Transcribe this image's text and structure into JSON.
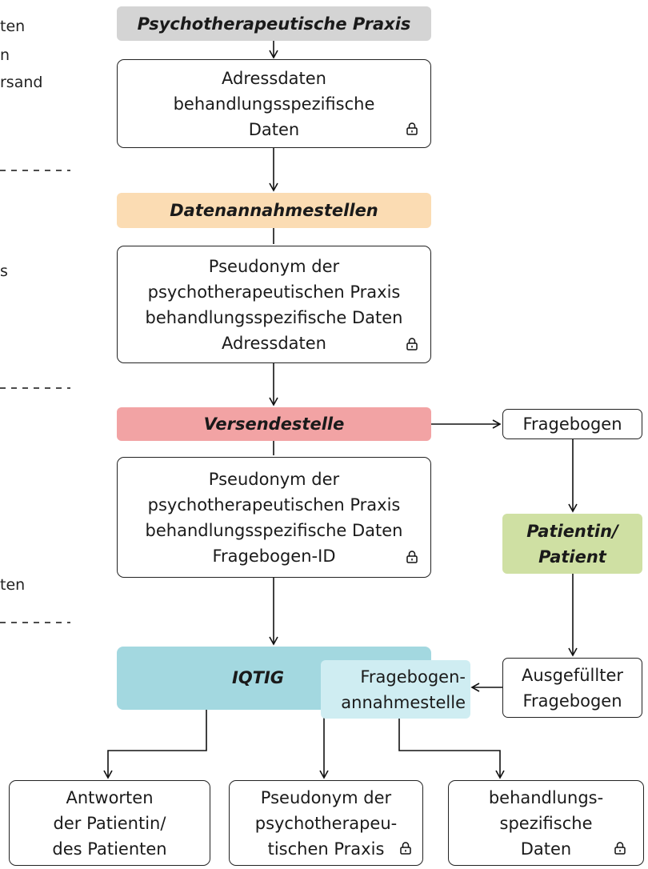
{
  "colors": {
    "praxis": "#d4d4d4",
    "datenannahme": "#fbdcb3",
    "versende": "#f2a3a4",
    "patient": "#cfe0a3",
    "iqtig": "#a3d8e0",
    "fba": "#cfedf2"
  },
  "left_fragments": [
    "ten",
    "n",
    "rsand",
    "s",
    "ten"
  ],
  "nodes": {
    "praxis_label": "Psychotherapeutische Praxis",
    "box1": [
      "Adressdaten",
      "behandlungsspezifische",
      "Daten"
    ],
    "datenannahme_label": "Datenannahmestellen",
    "box2": [
      "Pseudonym der",
      "psychotherapeutischen Praxis",
      "behandlungsspezifische Daten",
      "Adressdaten"
    ],
    "versende_label": "Versendestelle",
    "fragebogen": "Fragebogen",
    "box3": [
      "Pseudonym der",
      "psychotherapeutischen Praxis",
      "behandlungsspezifische Daten",
      "Fragebogen-ID"
    ],
    "patient_label": [
      "Patientin/",
      "Patient"
    ],
    "iqtig_label": "IQTIG",
    "fba_label": [
      "Fragebogen-",
      "annahmestelle"
    ],
    "ausgefuellt": [
      "Ausgefüllter",
      "Fragebogen"
    ],
    "out1": [
      "Antworten",
      "der Patientin/",
      "des Patienten"
    ],
    "out2": [
      "Pseudonym der",
      "psychotherapeu-",
      "tischen Praxis"
    ],
    "out3": [
      "behandlungs-",
      "spezifische",
      "Daten"
    ]
  },
  "icons": [
    "lock-icon"
  ]
}
